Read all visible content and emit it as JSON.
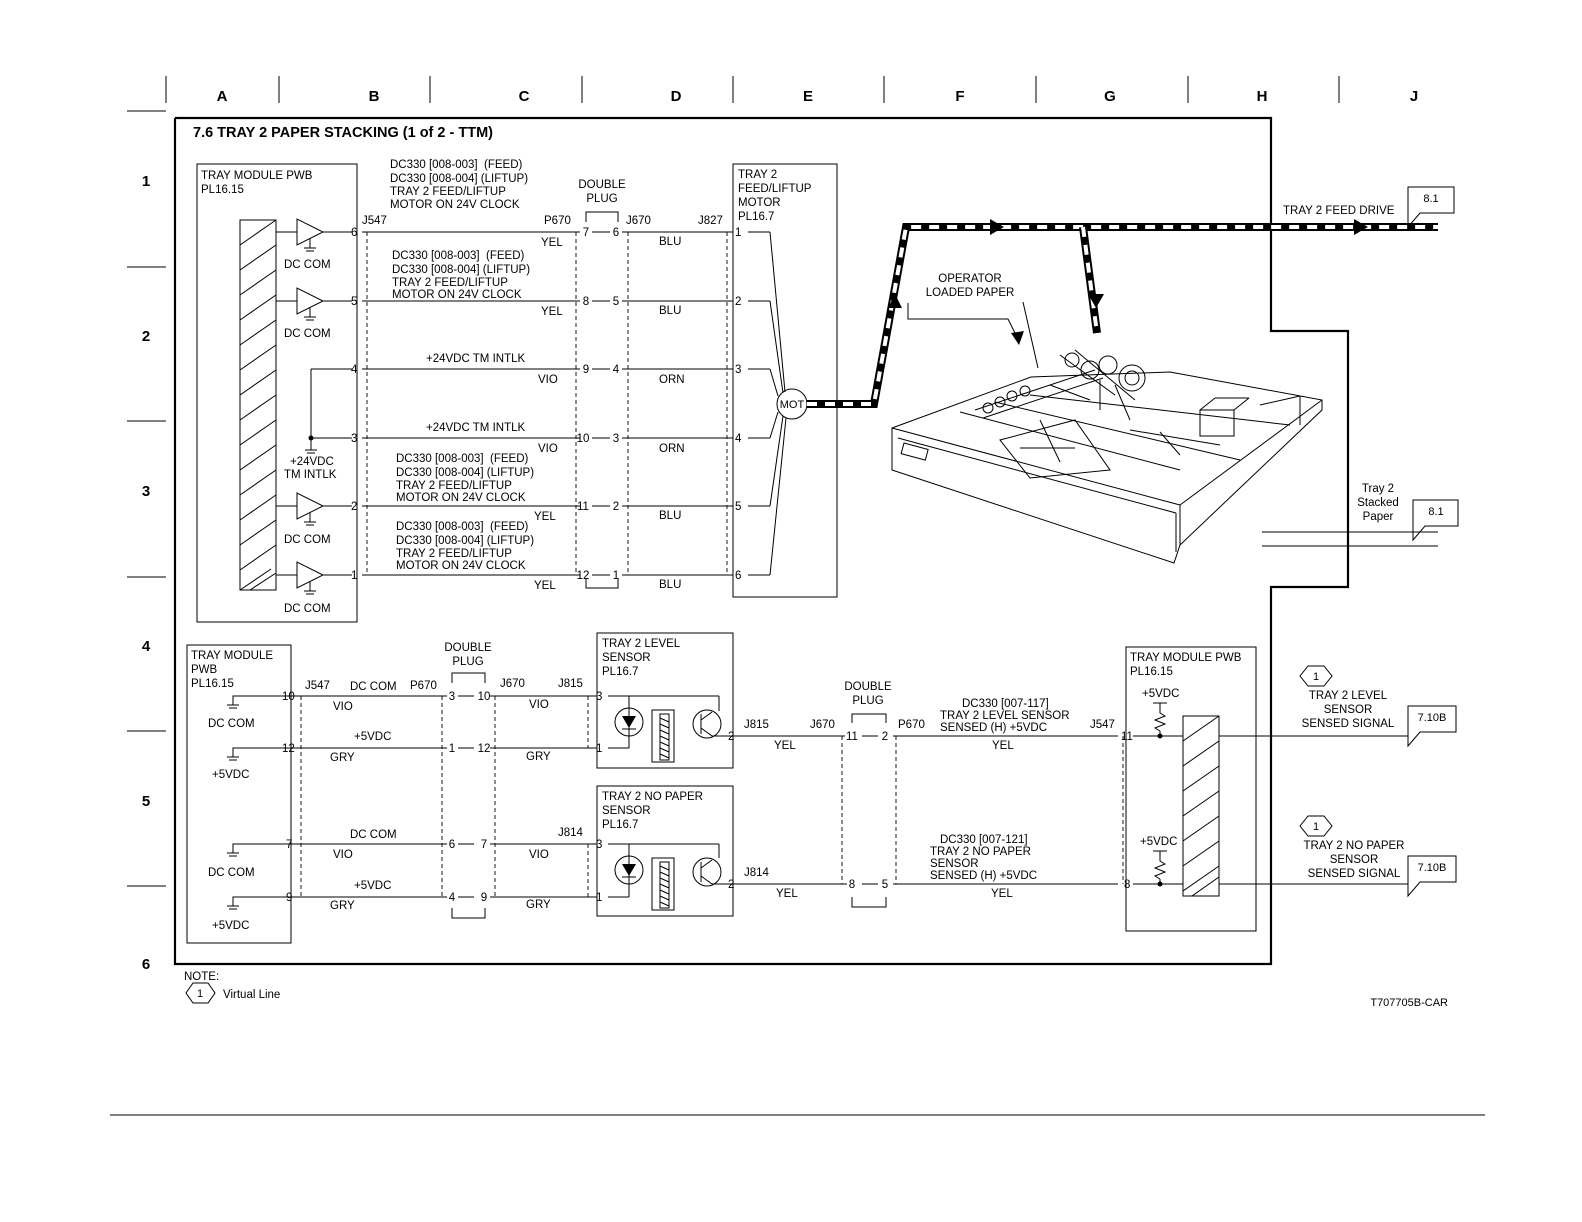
{
  "columns": [
    "A",
    "B",
    "C",
    "D",
    "E",
    "F",
    "G",
    "H",
    "J"
  ],
  "rows": [
    "1",
    "2",
    "3",
    "4",
    "5",
    "6"
  ],
  "title": "7.6 TRAY 2 PAPER STACKING (1 of 2 - TTM)",
  "pwb_top": {
    "name": "TRAY MODULE PWB",
    "pl": "PL16.15"
  },
  "dc_com": "DC COM",
  "intlk_label_1": "+24VDC",
  "intlk_label_2": "TM INTLK",
  "conn": {
    "j547": "J547",
    "p670": "P670",
    "j670": "J670",
    "j827": "J827",
    "j815": "J815",
    "j814": "J814",
    "double": "DOUBLE",
    "plug": "PLUG"
  },
  "feed_sig": {
    "l1": "DC330 [008-003]",
    "l1b": "(FEED)",
    "l2": "DC330 [008-004] (LIFTUP)",
    "l3": "TRAY 2 FEED/LIFTUP",
    "l4": "MOTOR ON 24V CLOCK"
  },
  "intlk_sig": "+24VDC TM INTLK",
  "wires": {
    "yel": "YEL",
    "blu": "BLU",
    "vio": "VIO",
    "orn": "ORN",
    "gry": "GRY"
  },
  "top_pins": {
    "j547": [
      "6",
      "5",
      "4",
      "3",
      "2",
      "1"
    ],
    "p670": [
      "7",
      "8",
      "9",
      "10",
      "11",
      "12"
    ],
    "j670": [
      "6",
      "5",
      "4",
      "3",
      "2",
      "1"
    ],
    "j827": [
      "1",
      "2",
      "3",
      "4",
      "5",
      "6"
    ]
  },
  "motor": {
    "l1": "TRAY 2",
    "l2": "FEED/LIFTUP",
    "l3": "MOTOR",
    "l4": "PL16.7",
    "symbol": "MOT"
  },
  "drive": {
    "label": "TRAY 2 FEED DRIVE",
    "ref": "8.1"
  },
  "operator": {
    "l1": "OPERATOR",
    "l2": "LOADED PAPER"
  },
  "stacked": {
    "l1": "Tray 2",
    "l2": "Stacked",
    "l3": "Paper",
    "ref": "8.1"
  },
  "pwb_bottom_left": {
    "l1": "TRAY MODULE",
    "l2": "PWB",
    "l3": "PL16.15"
  },
  "plus5": "+5VDC",
  "bottom_pins": {
    "j547": [
      "10",
      "12",
      "7",
      "9"
    ],
    "p670": [
      "3",
      "1",
      "6",
      "4"
    ],
    "j670": [
      "10",
      "12",
      "7",
      "9"
    ],
    "j815": [
      "3",
      "1",
      "2"
    ],
    "j814": [
      "3",
      "1",
      "2"
    ],
    "p670b": [
      "11",
      "8"
    ],
    "j670b": [
      "2",
      "5"
    ],
    "j547b": [
      "11",
      "8"
    ]
  },
  "level_sensor": {
    "l1": "TRAY 2 LEVEL",
    "l2": "SENSOR",
    "l3": "PL16.7"
  },
  "nopaper_sensor": {
    "l1": "TRAY 2 NO PAPER",
    "l2": "SENSOR",
    "l3": "PL16.7"
  },
  "level_sig": {
    "l1": "DC330 [007-117]",
    "l2": "TRAY 2 LEVEL SENSOR",
    "l3": "SENSED (H) +5VDC"
  },
  "nopaper_sig": {
    "l1": "DC330 [007-121]",
    "l2": "TRAY 2 NO PAPER",
    "l3": "SENSOR",
    "l4": "SENSED (H) +5VDC"
  },
  "pwb_bottom_right": {
    "name": "TRAY MODULE PWB",
    "pl": "PL16.15"
  },
  "out_level": {
    "num": "1",
    "l1": "TRAY 2 LEVEL",
    "l2": "SENSOR",
    "l3": "SENSED SIGNAL",
    "ref": "7.10B"
  },
  "out_nopaper": {
    "num": "1",
    "l1": "TRAY 2 NO PAPER",
    "l2": "SENSOR",
    "l3": "SENSED SIGNAL",
    "ref": "7.10B"
  },
  "note": {
    "label": "NOTE:",
    "num": "1",
    "text": "Virtual Line"
  },
  "doc_id": "T707705B-CAR"
}
